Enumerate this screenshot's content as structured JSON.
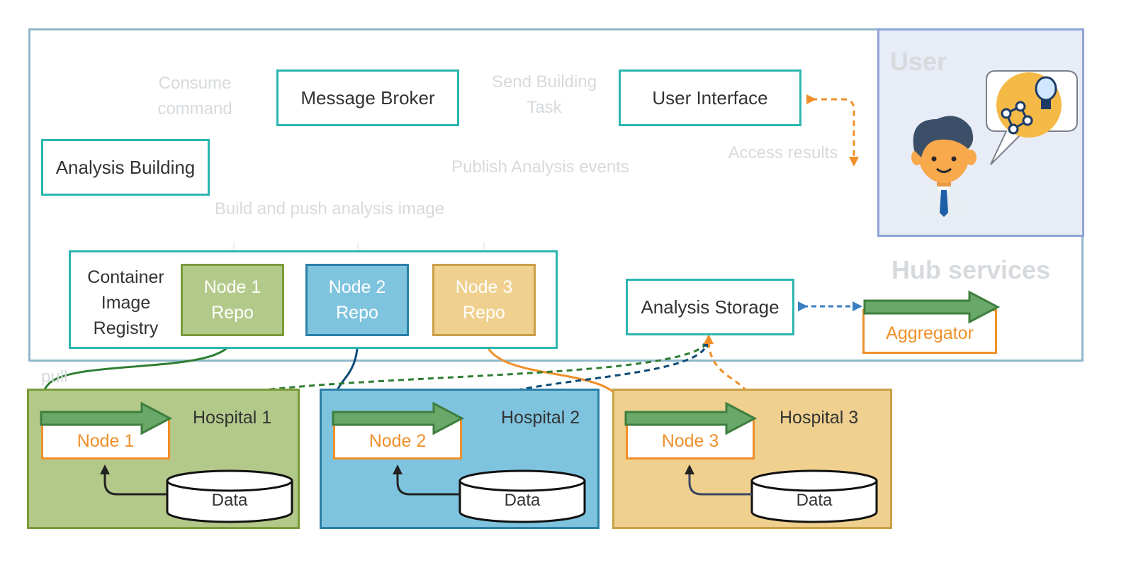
{
  "hub": {
    "title": "Hub services",
    "message_broker": "Message Broker",
    "user_interface": "User Interface",
    "analysis_building": "Analysis Building",
    "analysis_storage": "Analysis Storage",
    "aggregator": "Aggregator",
    "consume_command": "Consume\ncommand",
    "send_building_task": "Send Building\nTask",
    "access_results": "Access results",
    "publish_events": "Publish Analysis events",
    "build_push": "Build and push analysis image",
    "registry": {
      "label": "Container\nImage\nRegistry",
      "repos": [
        "Node 1\nRepo",
        "Node 2\nRepo",
        "Node 3\nRepo"
      ]
    }
  },
  "user": {
    "title": "User"
  },
  "pull_label": "pull",
  "hospitals": [
    {
      "name": "Hospital 1",
      "node": "Node 1",
      "data": "Data"
    },
    {
      "name": "Hospital 2",
      "node": "Node 2",
      "data": "Data"
    },
    {
      "name": "Hospital 3",
      "node": "Node 3",
      "data": "Data"
    }
  ],
  "colors": {
    "teal": "#2cb5b0",
    "orange": "#f0902a",
    "green_repo": "#b3c98a",
    "blue_repo": "#7fc4de",
    "yellow_repo": "#efd08f",
    "green_arrow": "#2e7d32",
    "blue_arrow": "#0d4a77"
  }
}
